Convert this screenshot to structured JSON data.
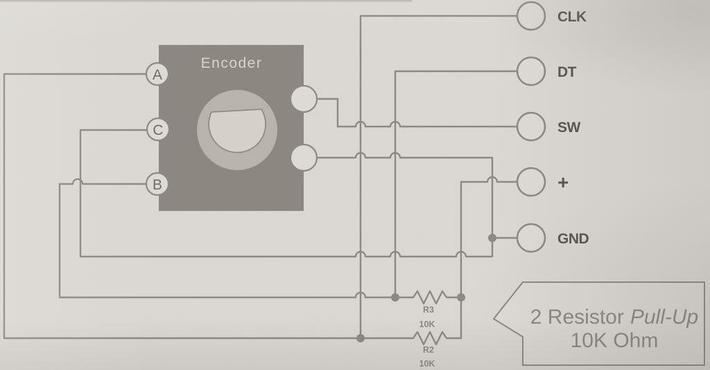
{
  "colors": {
    "background": "#dbd8d3",
    "wire": "#8c8780",
    "block": "#8b867f",
    "knob_ring": "#b8b4ad",
    "knob_face": "#d6d2cb",
    "pin_fill": "#dedbd6",
    "terminal_label": "#57534d",
    "diagram_label": "#8a8580",
    "encoder_title": "#d9d5cf"
  },
  "encoder": {
    "title": "Encoder",
    "pin_a": "A",
    "pin_c": "C",
    "pin_b": "B"
  },
  "terminals": [
    {
      "label": "CLK"
    },
    {
      "label": "DT"
    },
    {
      "label": "SW"
    },
    {
      "label": "+"
    },
    {
      "label": "GND"
    }
  ],
  "resistors": [
    {
      "name": "R3",
      "value": "10K"
    },
    {
      "name": "R2",
      "value": "10K"
    }
  ],
  "callout": {
    "text_regular": "2 Resistor",
    "text_italic": "Pull-Up",
    "line2": "10K Ohm"
  }
}
